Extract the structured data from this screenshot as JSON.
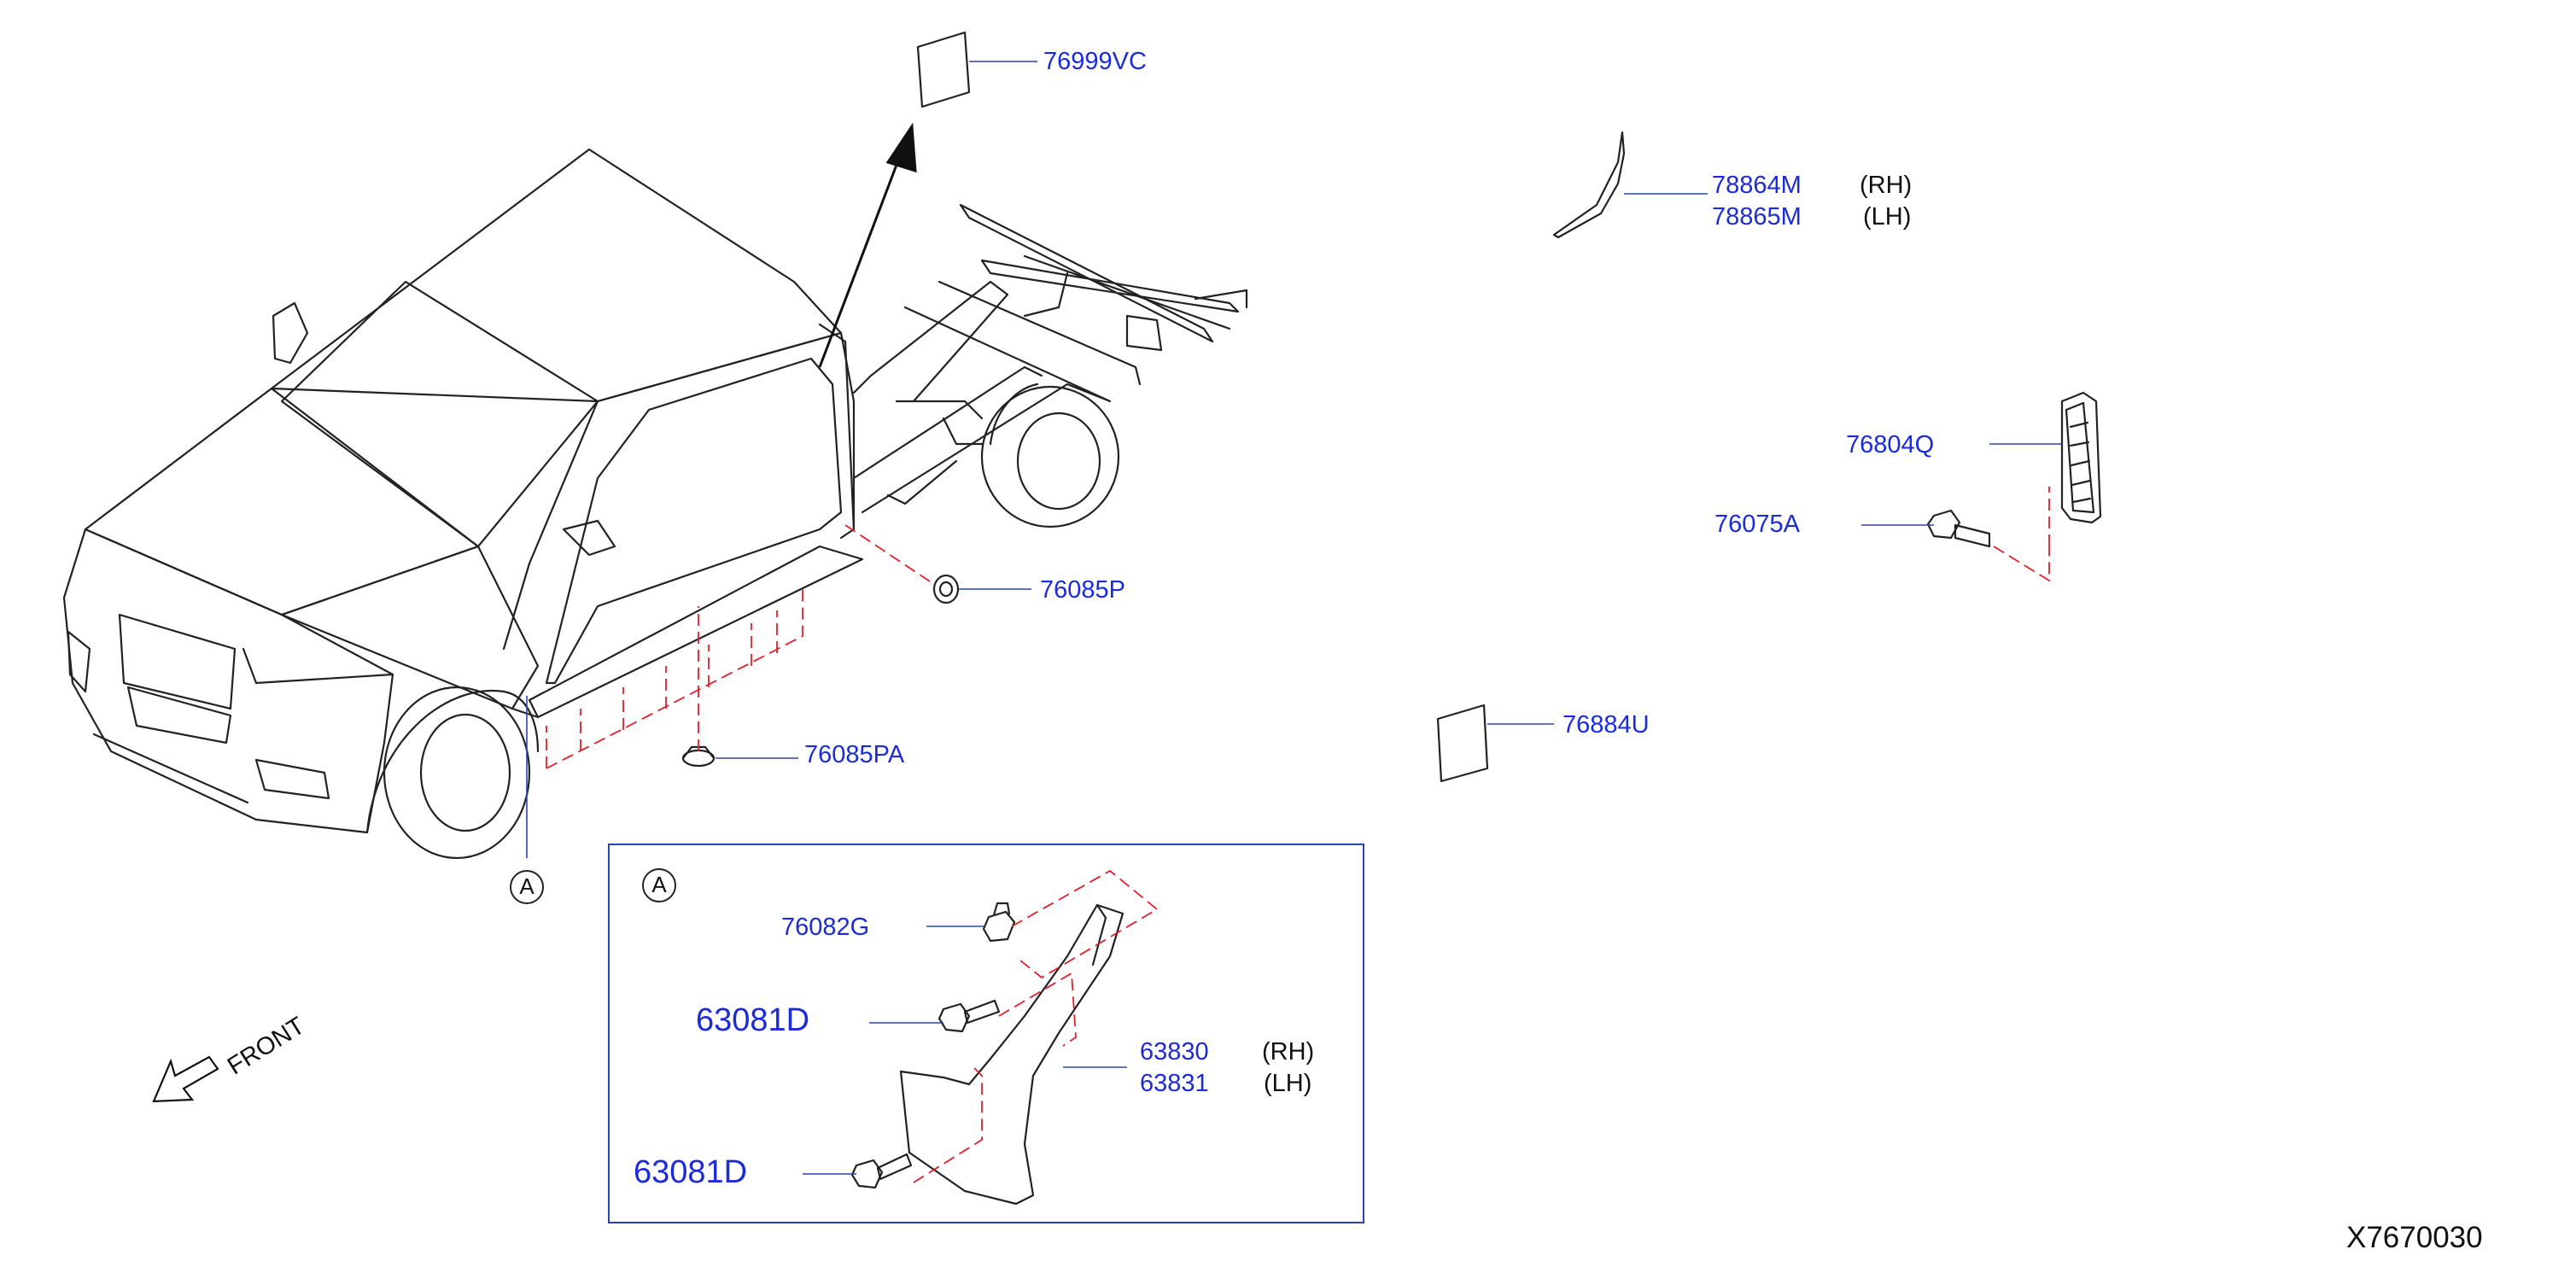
{
  "parts": [
    {
      "id": "p76999VC",
      "number": "76999VC"
    },
    {
      "id": "p78864M",
      "number": "78864M",
      "side": "(RH)"
    },
    {
      "id": "p78865M",
      "number": "78865M",
      "side": "(LH)"
    },
    {
      "id": "p76804Q",
      "number": "76804Q"
    },
    {
      "id": "p76075A",
      "number": "76075A"
    },
    {
      "id": "p76085P",
      "number": "76085P"
    },
    {
      "id": "p76085PA",
      "number": "76085PA"
    },
    {
      "id": "p76884U",
      "number": "76884U"
    },
    {
      "id": "p76082G",
      "number": "76082G"
    },
    {
      "id": "p63081D_top",
      "number": "63081D"
    },
    {
      "id": "p63081D_bot",
      "number": "63081D"
    },
    {
      "id": "p63830",
      "number": "63830",
      "side": "(RH)"
    },
    {
      "id": "p63831",
      "number": "63831",
      "side": "(LH)"
    }
  ],
  "labels": {
    "callout_a_main": "A",
    "callout_a_inset": "A",
    "front": "FRONT",
    "diagram_code": "X7670030"
  },
  "colors": {
    "label_blue": "#1c2bd8",
    "leader_blue": "#2a45b0",
    "dash_red": "#e0202a",
    "line_black": "#222222"
  }
}
